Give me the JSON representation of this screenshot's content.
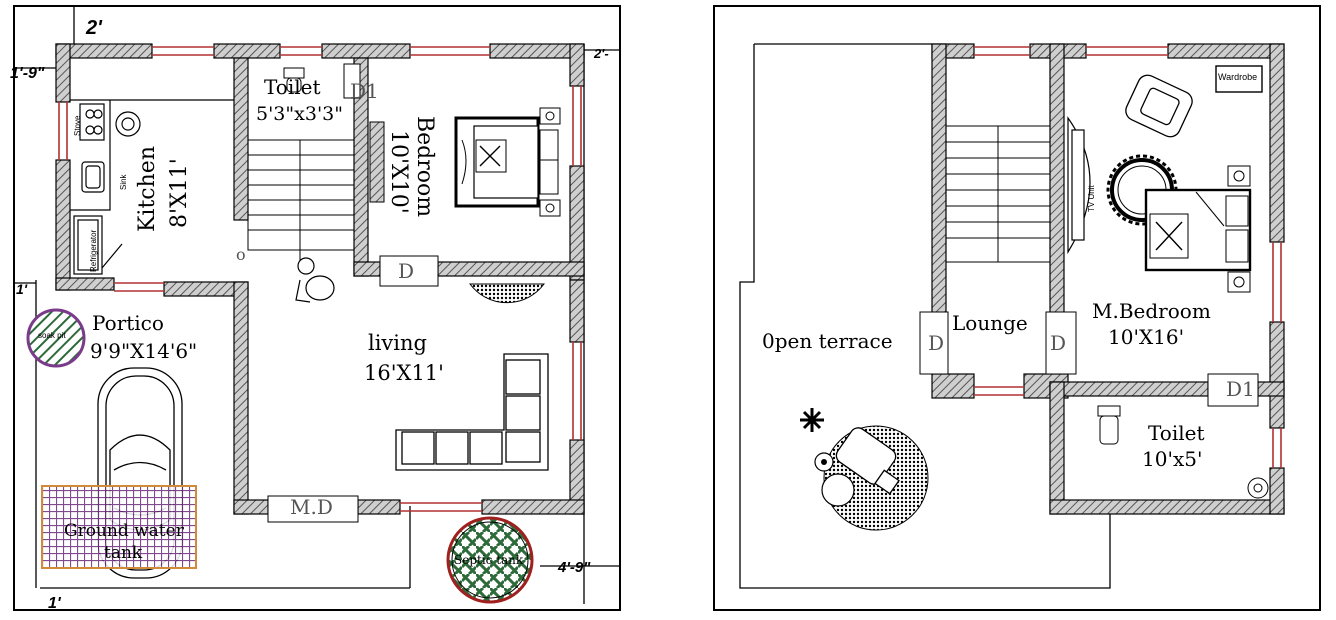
{
  "colors": {
    "wall_hatch": "#555555",
    "window": "#b03030",
    "soak_pit_ring": "#7a3c8a",
    "septic_ring": "#a02020",
    "pattern_green": "#2e6b3a",
    "tank_grid": "#6a2a7a",
    "tank_border": "#d08a3a"
  },
  "ground_floor": {
    "dims": {
      "top": "2'",
      "left_top": "1'-9\"",
      "right_top": "2'-",
      "left_mid": "1'",
      "bottom": "1'",
      "right_bottom": "4'-9\""
    },
    "toilet": {
      "name": "Toilet",
      "size": "5'3\"x3'3\""
    },
    "door_d1": "D1",
    "kitchen": {
      "name": "Kitchen",
      "size": "8'X11'"
    },
    "kitchen_labels": {
      "stove": "Stove",
      "sink": "Sink",
      "fridge": "Refrigerator"
    },
    "bedroom": {
      "name": "Bedroom",
      "size": "10'X10'"
    },
    "door_d": "D",
    "marker_o": "o",
    "portico": {
      "name": "Portico",
      "size": "9'9\"X14'6\""
    },
    "soak_pit": "soak pit",
    "living": {
      "name": "living",
      "size": "16'X11'"
    },
    "main_door": "M.D",
    "ground_tank": {
      "line1": "Ground water",
      "line2": "tank"
    },
    "septic": "Septic tank"
  },
  "first_floor": {
    "open_terrace": "0pen terrace",
    "lounge": "Lounge",
    "door_left": "D",
    "door_right": "D",
    "master_bedroom": {
      "name": "M.Bedroom",
      "size": "10'X16'"
    },
    "wardrobe": "Wardrobe",
    "tv_unit": "TV Unit",
    "door_d1": "D1",
    "toilet": {
      "name": "Toilet",
      "size": "10'x5'"
    }
  }
}
